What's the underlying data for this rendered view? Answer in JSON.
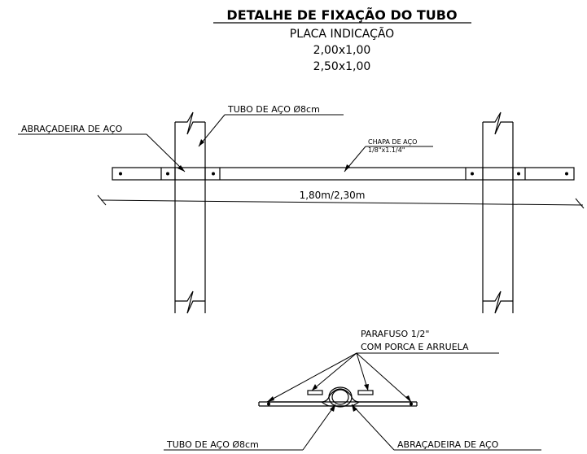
{
  "title": {
    "main": "DETALHE DE FIXAÇÃO DO TUBO",
    "line1": "PLACA INDICAÇÃO",
    "line2": "2,00x1,00",
    "line3": "2,50x1,00"
  },
  "elevation": {
    "tube_label": "TUBO DE AÇO Ø8cm",
    "clamp_label": "ABRAÇADEIRA DE AÇO",
    "plate_label_1": "CHAPA DE AÇO",
    "plate_label_2": "1/8\"x1.1/4\"",
    "dimension": "1,80m/2,30m"
  },
  "section": {
    "bolt_label_1": "PARAFUSO 1/2\"",
    "bolt_label_2": "COM PORCA E ARRUELA",
    "tube_label": "TUBO DE AÇO Ø8cm",
    "clamp_label": "ABRAÇADEIRA DE AÇO"
  }
}
